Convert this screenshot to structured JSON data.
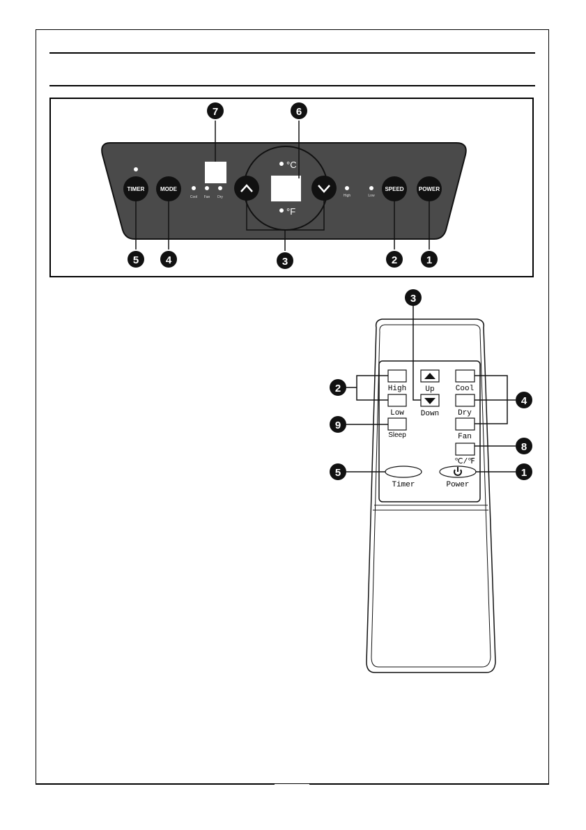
{
  "control_panel": {
    "buttons": {
      "timer": "TIMER",
      "mode": "MODE",
      "speed": "SPEED",
      "power": "POWER"
    },
    "mode_indicators": [
      "Cool",
      "Fan",
      "Dry"
    ],
    "speed_indicators": [
      "High",
      "Low"
    ],
    "unit_celsius": "°C",
    "unit_fahrenheit": "°F",
    "callouts": {
      "power": "1",
      "speed": "2",
      "updown": "3",
      "mode": "4",
      "timer": "5",
      "display": "6",
      "timer_display": "7"
    }
  },
  "remote": {
    "labels": {
      "high": "High",
      "low": "Low",
      "sleep": "Sleep",
      "up": "Up",
      "down": "Down",
      "cool": "Cool",
      "dry": "Dry",
      "fan": "Fan",
      "unit": "℃/℉",
      "timer": "Timer",
      "power": "Power"
    },
    "callouts": {
      "updown": "3",
      "speed": "2",
      "sleep": "9",
      "timer": "5",
      "mode": "4",
      "unit": "8",
      "power": "1"
    }
  },
  "colors": {
    "panel": "#4a4a4a",
    "button": "#111111",
    "callout": "#111111"
  }
}
